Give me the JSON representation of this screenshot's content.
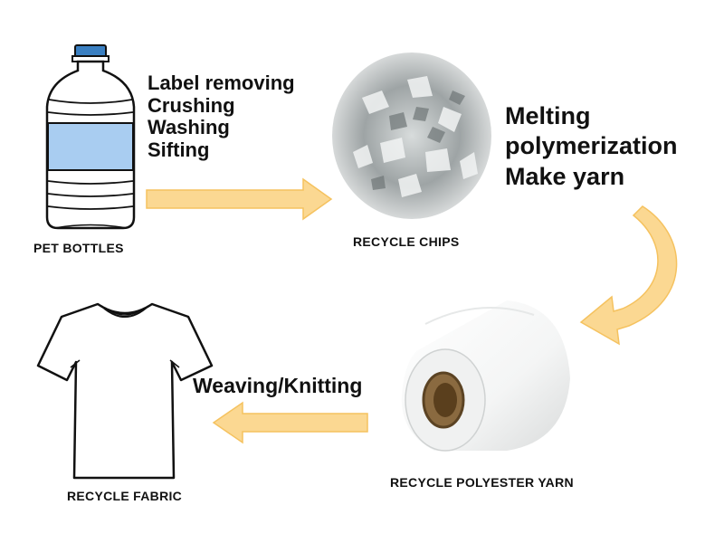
{
  "stages": {
    "pet_bottles": {
      "caption": "PET BOTTLES"
    },
    "recycle_chips": {
      "caption": "RECYCLE CHIPS"
    },
    "recycle_yarn": {
      "caption": "RECYCLE POLYESTER YARN"
    },
    "recycle_fabric": {
      "caption": "RECYCLE FABRIC"
    }
  },
  "processes": {
    "bottle_to_chips": [
      "Label removing",
      "Crushing",
      "Washing",
      "Sifting"
    ],
    "chips_to_yarn": [
      "Melting",
      "polymerization",
      "Make yarn"
    ],
    "yarn_to_fabric": "Weaving/Knitting"
  },
  "colors": {
    "arrow": "#fbd892",
    "arrow_edge": "#f5c25f",
    "bottle_band": "#a9cdf1",
    "cap": "#3a7fc1",
    "core": "#8a6a40"
  }
}
